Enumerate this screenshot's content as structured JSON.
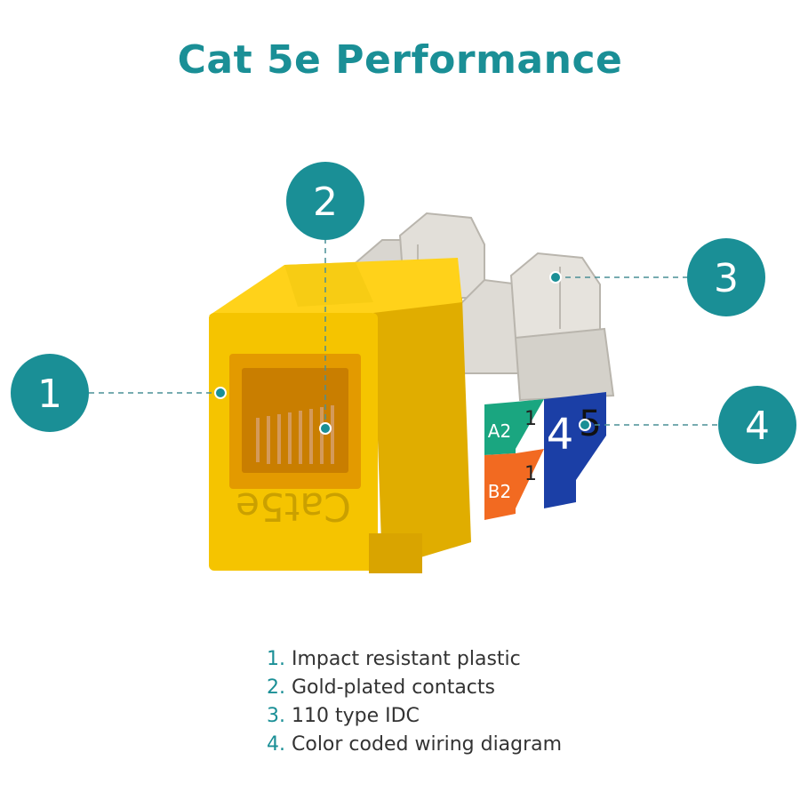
{
  "title": "Cat 5e Performance",
  "accent_color": "#1a8f96",
  "product": {
    "body_color": "#f5c400",
    "embossed_text": "Cat5e",
    "label_blocks": {
      "a": "A2",
      "b": "B2",
      "one_top": "1",
      "one_bottom": "1",
      "four": "4",
      "five": "5"
    }
  },
  "callouts": [
    {
      "number": "1"
    },
    {
      "number": "2"
    },
    {
      "number": "3"
    },
    {
      "number": "4"
    }
  ],
  "legend": [
    {
      "number": "1.",
      "text": "Impact resistant plastic"
    },
    {
      "number": "2.",
      "text": "Gold-plated contacts"
    },
    {
      "number": "3.",
      "text": "110 type IDC"
    },
    {
      "number": "4.",
      "text": "Color coded wiring diagram"
    }
  ]
}
